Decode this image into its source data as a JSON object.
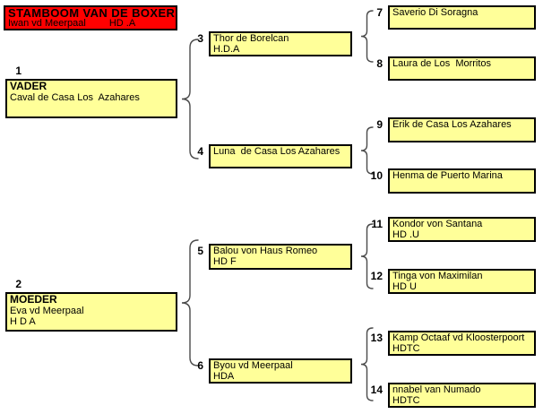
{
  "colors": {
    "background": "#ffffff",
    "header_bg": "#ff0000",
    "box_bg": "#ffff99",
    "border": "#000000",
    "brace": "#4a4a4a"
  },
  "header": {
    "title": "STAMBOOM VAN DE BOXER",
    "dog_name": "Iwan vd Meerpaal",
    "hd_score": "HD .A"
  },
  "boxes": {
    "b1": {
      "number": "1",
      "lines": [
        "VADER",
        "Caval de Casa Los  Azahares"
      ]
    },
    "b2": {
      "number": "2",
      "lines": [
        "MOEDER",
        "Eva vd Meerpaal",
        "H D A"
      ]
    },
    "b3": {
      "number": "3",
      "lines": [
        "Thor de Borelcan",
        "H.D.A"
      ]
    },
    "b4": {
      "number": "4",
      "lines": [
        "Luna  de Casa Los Azahares"
      ]
    },
    "b5": {
      "number": "5",
      "lines": [
        "Balou von Haus Romeo",
        "HD F"
      ]
    },
    "b6": {
      "number": "6",
      "lines": [
        "Byou vd Meerpaal",
        "HDA"
      ]
    },
    "b7": {
      "number": "7",
      "lines": [
        "Saverio Di Soragna"
      ]
    },
    "b8": {
      "number": "8",
      "lines": [
        "Laura de Los  Morritos"
      ]
    },
    "b9": {
      "number": "9",
      "lines": [
        "Erik de Casa Los Azahares"
      ]
    },
    "b10": {
      "number": "10",
      "lines": [
        "Henma de Puerto Marina"
      ]
    },
    "b11": {
      "number": "11",
      "lines": [
        "Kondor von Santana",
        "HD .U"
      ]
    },
    "b12": {
      "number": "12",
      "lines": [
        "Tinga von Maximilan",
        "HD U"
      ]
    },
    "b13": {
      "number": "13",
      "lines": [
        "Kamp Octaaf vd Kloosterpoort",
        "HDTC"
      ]
    },
    "b14": {
      "number": "14",
      "lines": [
        "nnabel van Numado",
        "HDTC"
      ]
    }
  }
}
